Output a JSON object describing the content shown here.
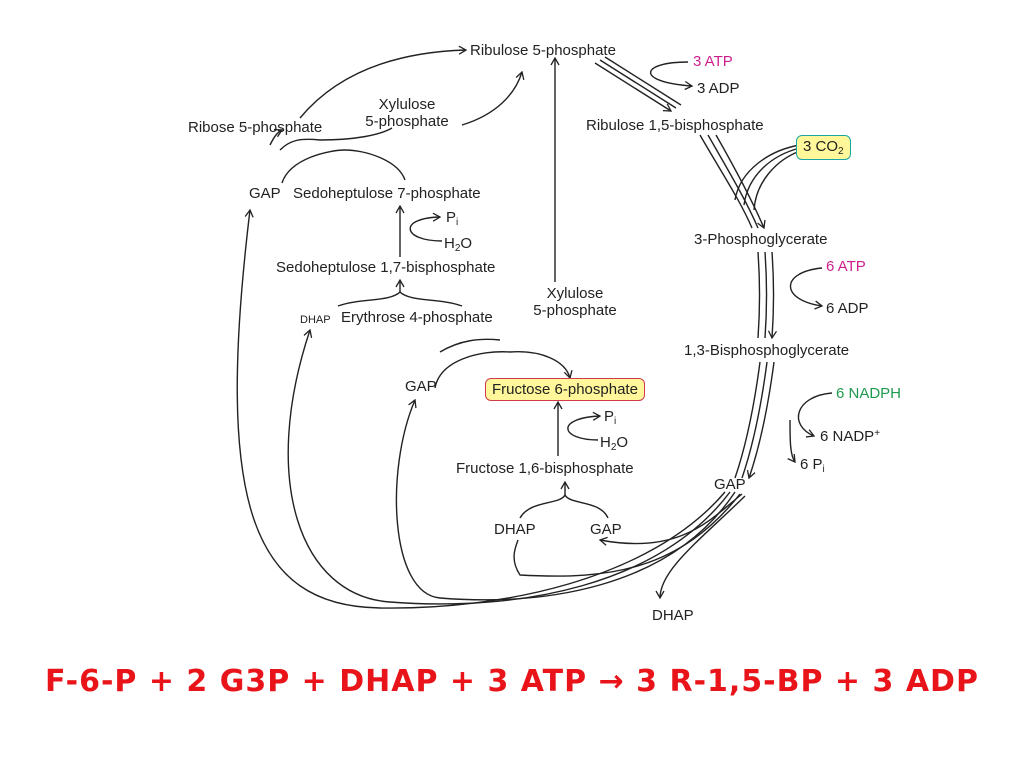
{
  "labels": {
    "ru5p": "Ribulose 5-phosphate",
    "atp3": "3 ATP",
    "adp3": "3 ADP",
    "rubp": "Ribulose 1,5-bisphosphate",
    "co2_pre": "3 CO",
    "co2_sub": "2",
    "pga": "3-Phosphoglycerate",
    "atp6": "6 ATP",
    "adp6": "6 ADP",
    "bpg": "1,3-Bisphosphoglycerate",
    "nadph6": "6 NADPH",
    "nadp6_pre": "6 NADP",
    "nadp6_sup": "+",
    "pi6_pre": "6 P",
    "pi6_sub": "i",
    "gap_right": "GAP",
    "dhap_bottom": "DHAP",
    "ribose5p": "Ribose 5-phosphate",
    "xylulose_top_1": "Xylulose",
    "xylulose_top_2": "5-phosphate",
    "gap_left": "GAP",
    "s7p": "Sedoheptulose 7-phosphate",
    "pi_s_pre": "P",
    "pi_s_sub": "i",
    "h2o_s_pre": "H",
    "h2o_s_sub": "2",
    "h2o_s_post": "O",
    "sbp": "Sedoheptulose 1,7-bisphosphate",
    "dhap_small": "DHAP",
    "e4p": "Erythrose 4-phosphate",
    "xylulose_mid_1": "Xylulose",
    "xylulose_mid_2": "5-phosphate",
    "gap_mid": "GAP",
    "f6p": "Fructose 6-phosphate",
    "pi_f_pre": "P",
    "pi_f_sub": "i",
    "h2o_f_pre": "H",
    "h2o_f_sub": "2",
    "h2o_f_post": "O",
    "fbp": "Fructose 1,6-bisphosphate",
    "dhap_low": "DHAP",
    "gap_low": "GAP"
  },
  "equation": "F-6-P + 2 G3P + DHAP + 3 ATP → 3 R-1,5-BP + 3 ADP",
  "colors": {
    "atp": "#cc1f8c",
    "nadph": "#1e9a4e",
    "equation": "#e8141a",
    "f6p_box_fill": "#fff79a",
    "f6p_box_border": "#d23a4a",
    "co2_box_border": "#1aa6a6"
  }
}
